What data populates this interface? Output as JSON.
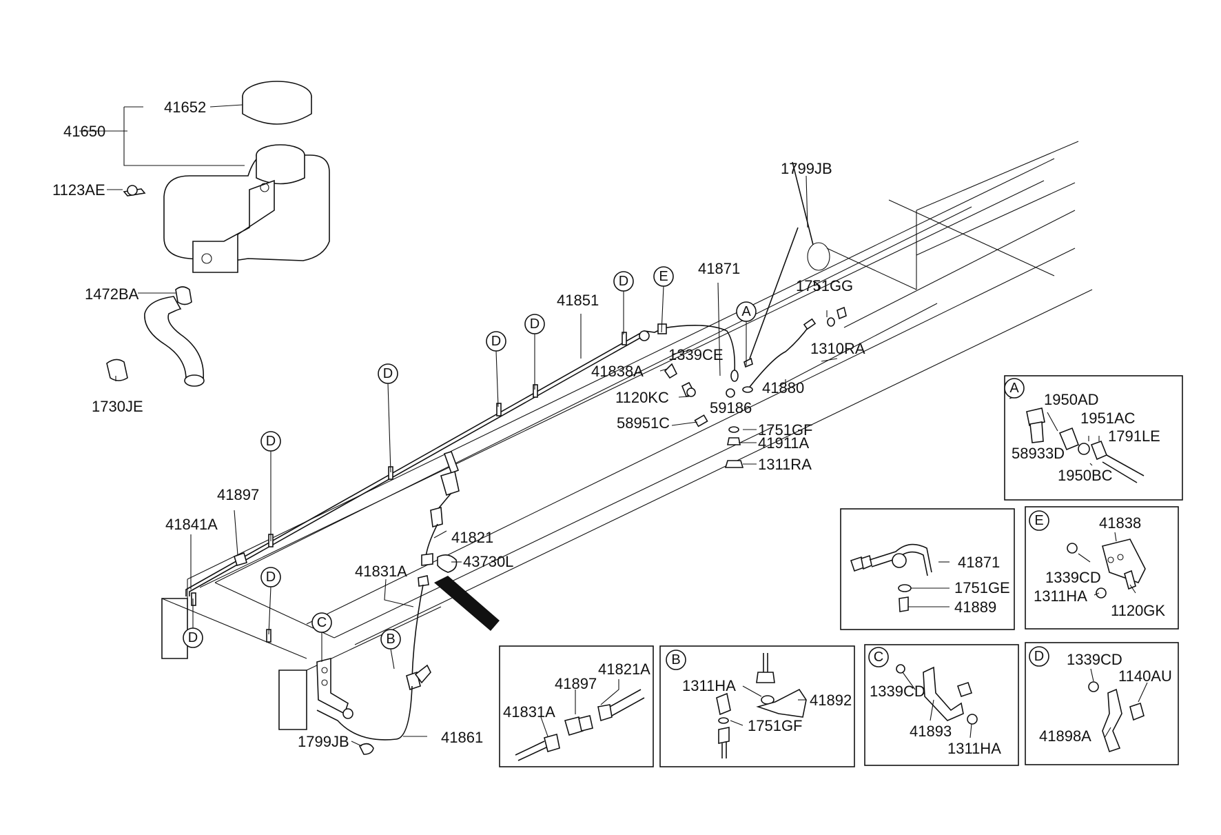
{
  "labels": {
    "p41652": "41652",
    "p41650": "41650",
    "p1123AE": "1123AE",
    "p1472BA": "1472BA",
    "p1730JE": "1730JE",
    "p1799JB_top": "1799JB",
    "p41871": "41871",
    "p41851": "41851",
    "p1751GG": "1751GG",
    "p1339CE": "1339CE",
    "p41838A": "41838A",
    "p1310RA": "1310RA",
    "p41880": "41880",
    "p1120KC": "1120KC",
    "p59186": "59186",
    "p58951C": "58951C",
    "p1751GF": "1751GF",
    "p41911A": "41911A",
    "p1311RA": "1311RA",
    "p41897": "41897",
    "p41841A": "41841A",
    "p41821": "41821",
    "p43730L": "43730L",
    "p41831A": "41831A",
    "p1799JB_bot": "1799JB",
    "p41861": "41861",
    "boxA_1950AD": "1950AD",
    "boxA_1951AC": "1951AC",
    "boxA_1791LE": "1791LE",
    "boxA_58933D": "58933D",
    "boxA_1950BC": "1950BC",
    "box41871_41871": "41871",
    "box41871_1751GE": "1751GE",
    "box41871_41889": "41889",
    "boxE_41838": "41838",
    "boxE_1339CD": "1339CD",
    "boxE_1311HA": "1311HA",
    "boxE_1120GK": "1120GK",
    "boxJ_41821A": "41821A",
    "boxJ_41897": "41897",
    "boxJ_41831A": "41831A",
    "boxB_1311HA": "1311HA",
    "boxB_41892": "41892",
    "boxB_1751GF": "1751GF",
    "boxC_1339CD": "1339CD",
    "boxC_41893": "41893",
    "boxC_1311HA": "1311HA",
    "boxD_1339CD": "1339CD",
    "boxD_1140AU": "1140AU",
    "boxD_41898A": "41898A"
  },
  "detail_letters": {
    "A": "A",
    "B": "B",
    "C": "C",
    "D": "D",
    "E": "E"
  }
}
